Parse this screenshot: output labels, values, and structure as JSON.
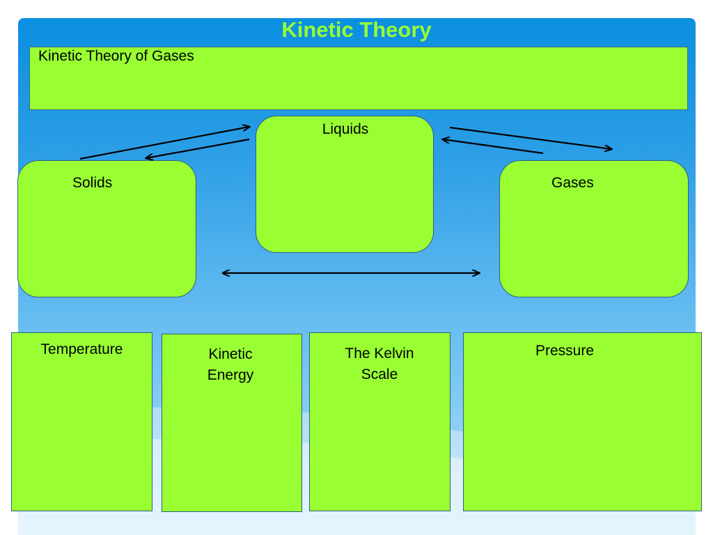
{
  "slide": {
    "title": "Kinetic Theory",
    "header_box_text": "Kinetic Theory of Gases"
  },
  "states": {
    "liquids": "Liquids",
    "solids": "Solids",
    "gases": "Gases"
  },
  "topics": {
    "temperature": "Temperature",
    "kinetic_energy": "Kinetic\nEnergy",
    "kelvin_scale": "The Kelvin\nScale",
    "pressure": "Pressure"
  },
  "colors": {
    "box_fill": "#99ff33",
    "title_color": "#99ff33",
    "background_top": "#0b8fe0",
    "background_bottom": "#b5e2fa",
    "arrow_color": "#000000"
  }
}
